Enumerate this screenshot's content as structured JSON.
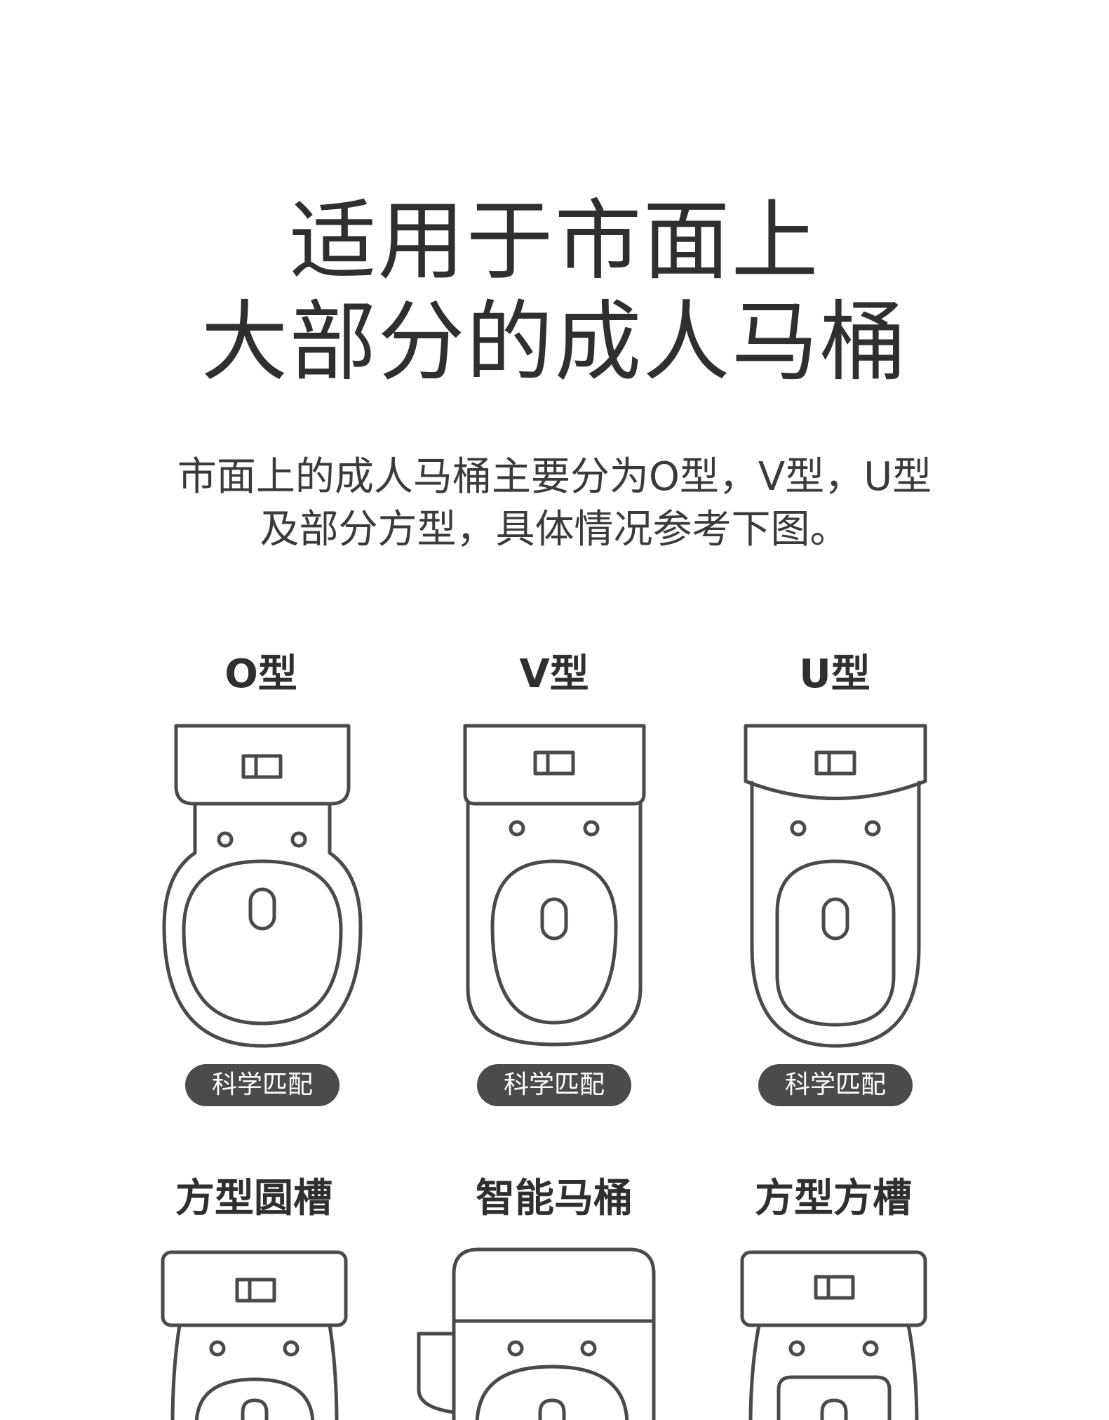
{
  "heading": {
    "line1": "适用于市面上",
    "line2": "大部分的成人马桶"
  },
  "description": {
    "line1": "市面上的成人马桶主要分为O型，V型，U型",
    "line2": "及部分方型，具体情况参考下图。"
  },
  "types": [
    {
      "label": "O型",
      "badge": "科学匹配",
      "icon": "o-shape-toilet-icon"
    },
    {
      "label": "V型",
      "badge": "科学匹配",
      "icon": "v-shape-toilet-icon"
    },
    {
      "label": "U型",
      "badge": "科学匹配",
      "icon": "u-shape-toilet-icon"
    },
    {
      "label": "方型圆槽",
      "icon": "square-round-toilet-icon"
    },
    {
      "label": "智能马桶",
      "icon": "smart-toilet-icon"
    },
    {
      "label": "方型方槽",
      "icon": "square-square-toilet-icon"
    }
  ],
  "colors": {
    "line": "#4a4a4a",
    "badge_bg": "#4b4b4b",
    "badge_text": "#ffffff",
    "text": "#2f2f2f"
  }
}
